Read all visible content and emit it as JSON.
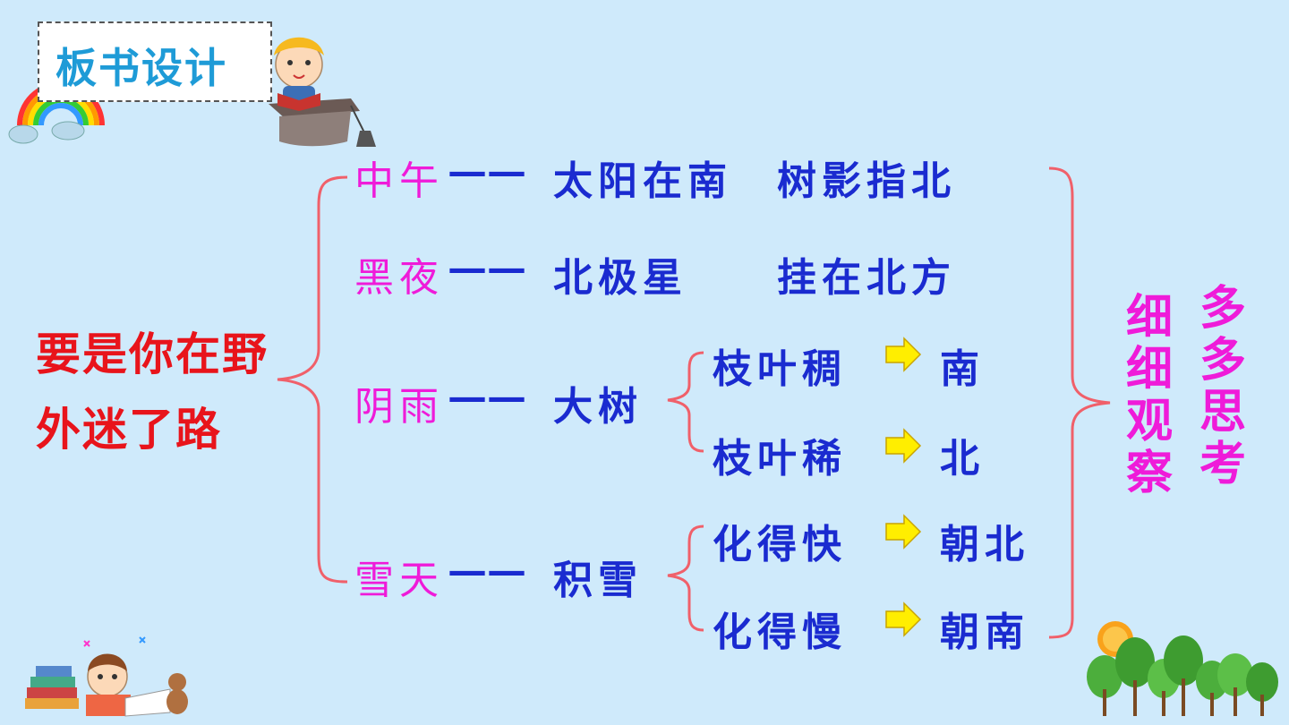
{
  "header": {
    "title": "板书设计"
  },
  "topic": {
    "line1": "要是你在野",
    "line2": "外迷了路"
  },
  "branches": [
    {
      "condition": "中午",
      "dash": "——",
      "clue": "太阳在南",
      "extra": "树影指北"
    },
    {
      "condition": "黑夜",
      "dash": "——",
      "clue": "北极星",
      "extra": "挂在北方"
    },
    {
      "condition": "阴雨",
      "dash": "——",
      "clue": "大树",
      "subs": [
        {
          "left": "枝叶稠",
          "right": "南"
        },
        {
          "left": "枝叶稀",
          "right": "北"
        }
      ]
    },
    {
      "condition": "雪天",
      "dash": "——",
      "clue": "积雪",
      "subs": [
        {
          "left": "化得快",
          "right": "朝北"
        },
        {
          "left": "化得慢",
          "right": "朝南"
        }
      ]
    }
  ],
  "conclusion": {
    "col1": [
      "细",
      "细",
      "观",
      "察"
    ],
    "col2": [
      "多",
      "多",
      "思",
      "考"
    ]
  },
  "colors": {
    "background": "#cfeafb",
    "title": "#1e9bd7",
    "topic": "#e8141b",
    "condition": "#ef1bd9",
    "clue": "#1a2bd0",
    "brace": "#f0606a",
    "arrow": "#ffee00"
  },
  "icons": [
    "rainbow-icon",
    "cloud-icon",
    "boy-reading-icon",
    "graduation-cap-icon",
    "kid-with-books-icon",
    "sun-icon",
    "tree-icon",
    "arrow-right-icon"
  ]
}
